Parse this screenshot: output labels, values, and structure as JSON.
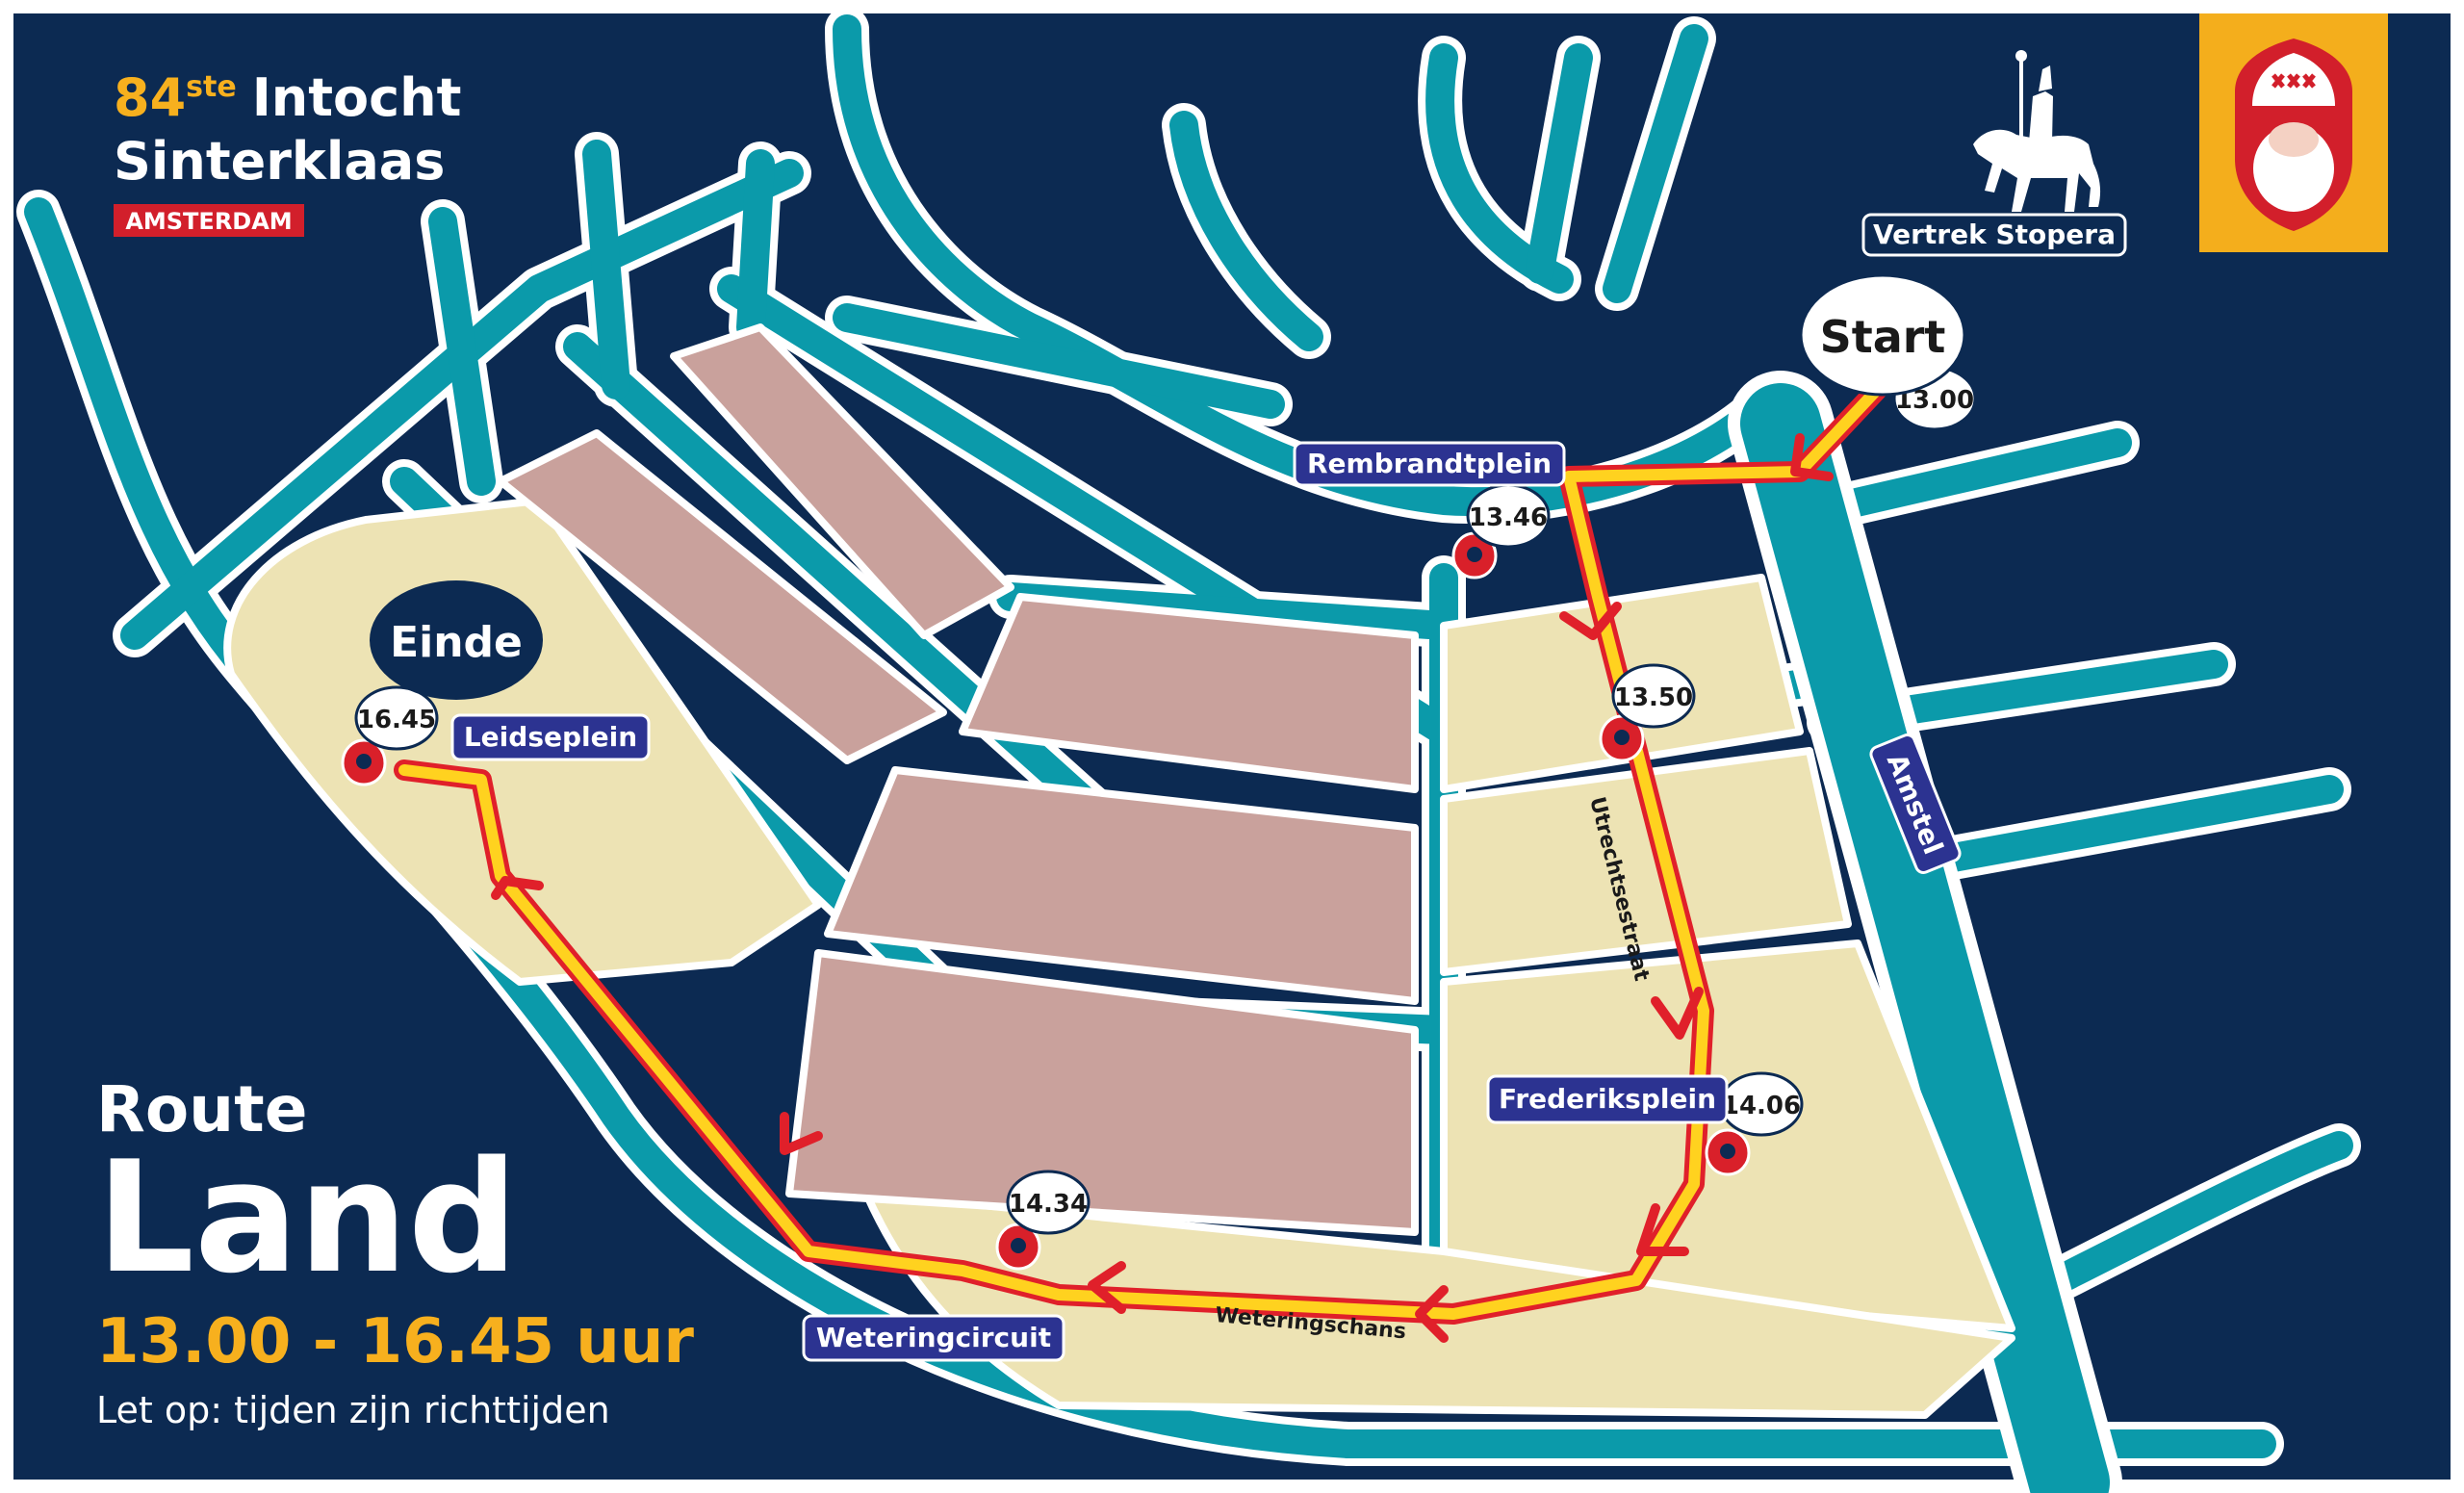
{
  "title": {
    "edition": "84",
    "suffix": "ste",
    "word": "Intocht",
    "line2": "Sinterklaas",
    "city": "AMSTERDAM"
  },
  "departure_label": "Vertrek Stopera",
  "route": {
    "label": "Route",
    "name": "Land",
    "time_range": "13.00 - 16.45 uur",
    "note": "Let op: tijden zijn richttijden"
  },
  "start_label": "Start",
  "end_label": "Einde",
  "stops": [
    {
      "name": "",
      "time": "13.00"
    },
    {
      "name": "Rembrandtplein",
      "time": "13.46"
    },
    {
      "name": "",
      "time": "13.50"
    },
    {
      "name": "Frederiksplein",
      "time": "14.06"
    },
    {
      "name": "Weteringcircuit",
      "time": "14.34"
    },
    {
      "name": "Leidseplein",
      "time": "16.45"
    }
  ],
  "streets": {
    "utrechtsestraat": "Utrechtsestraat",
    "weteringschans": "Weteringschans",
    "amstel": "Amstel"
  },
  "colors": {
    "water": "#0b9aaa",
    "background": "#0c2a52",
    "route_area": "#ede3b4",
    "blocks": "#c9a19c",
    "route_line": "#ffd21f",
    "route_arrow": "#e0202a",
    "marker": "#d9202a",
    "title_accent": "#f7b01e",
    "badge": "#2c3391",
    "logo_bg": "#f4ae1c"
  },
  "icons": [
    "sinterklaas-horse-icon",
    "amsterdam-mitre-logo-icon",
    "location-pin-icon",
    "route-arrow-icon"
  ]
}
